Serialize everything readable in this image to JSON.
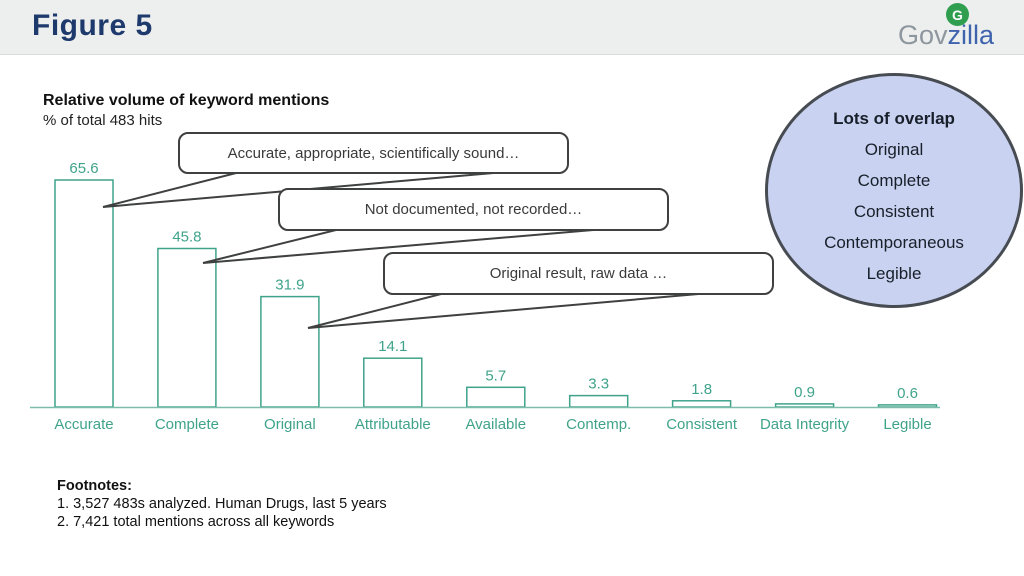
{
  "header": {
    "title": "Figure 5",
    "logo": {
      "gov": "Gov",
      "zilla": "zilla",
      "icon_letter": "G"
    }
  },
  "chart": {
    "title": "Relative volume of keyword mentions",
    "subtitle": "% of total 483 hits"
  },
  "chart_data": {
    "type": "bar",
    "title": "Relative volume of keyword mentions",
    "subtitle": "% of total 483 hits",
    "categories": [
      "Accurate",
      "Complete",
      "Original",
      "Attributable",
      "Available",
      "Contemp.",
      "Consistent",
      "Data Integrity",
      "Legible"
    ],
    "values": [
      65.6,
      45.8,
      31.9,
      14.1,
      5.7,
      3.3,
      1.8,
      0.9,
      0.6
    ],
    "ylabel": "% of total 483 hits",
    "ylim": [
      0,
      70
    ],
    "bar_style": "outlined",
    "grid": false,
    "legend": false
  },
  "callouts": [
    {
      "text": "Accurate, appropriate, scientifically sound…"
    },
    {
      "text": "Not documented, not recorded…"
    },
    {
      "text": "Original result, raw data …"
    }
  ],
  "overlap_circle": {
    "title": "Lots of overlap",
    "items": [
      "Original",
      "Complete",
      "Consistent",
      "Contemporaneous",
      "Legible"
    ]
  },
  "footnotes": {
    "title": "Footnotes:",
    "items": [
      "1. 3,527 483s analyzed. Human Drugs, last 5 years",
      "2. 7,421 total mentions across all keywords"
    ]
  },
  "colors": {
    "teal": "#3fa38a",
    "axis_teal": "#7cbcaa",
    "navy": "#1e3a6d",
    "circle_fill": "#c9d2f0",
    "outline": "#404040",
    "logo_green": "#2f9e4f",
    "logo_gray": "#8e969e",
    "logo_blue": "#3f63ad"
  }
}
